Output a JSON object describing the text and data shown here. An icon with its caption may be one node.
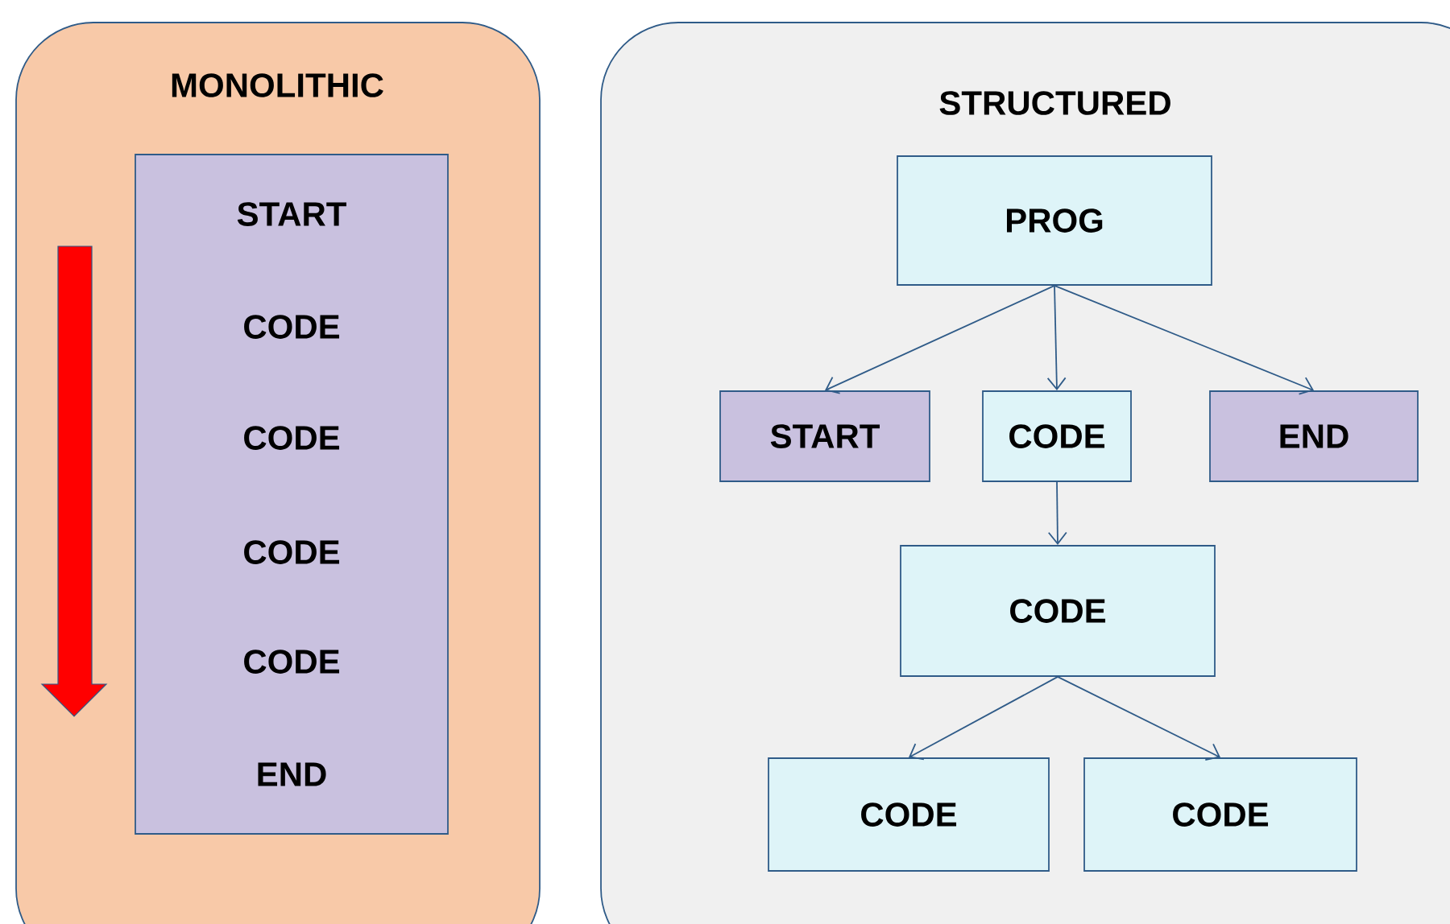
{
  "diagram": {
    "nodes": [
      {
        "text": [
          "MONOLITHIC"
        ]
      },
      {
        "text": [
          "START",
          "CODE",
          "CODE",
          "CODE",
          "CODE",
          "END"
        ],
        "in": 0
      },
      {
        "text": [
          "STRUCTURED"
        ]
      },
      {
        "text": [
          "PROG"
        ],
        "in": 2
      },
      {
        "text": [
          "START"
        ],
        "in": 2
      },
      {
        "text": [
          "CODE"
        ],
        "in": 2
      },
      {
        "text": [
          "END"
        ],
        "in": 2
      },
      {
        "text": [
          "CODE"
        ],
        "in": 2
      },
      {
        "text": [
          "CODE"
        ],
        "in": 2
      },
      {
        "text": [
          "CODE"
        ],
        "in": 2
      }
    ],
    "edges": [
      {
        "from": 3,
        "to": 4,
        "arrow": "to"
      },
      {
        "from": 3,
        "to": 5,
        "arrow": "to"
      },
      {
        "from": 3,
        "to": 6,
        "arrow": "to"
      },
      {
        "from": 5,
        "to": 7,
        "arrow": "to"
      },
      {
        "from": 7,
        "to": 8,
        "arrow": "to"
      },
      {
        "from": 7,
        "to": 9,
        "arrow": "to"
      }
    ]
  }
}
